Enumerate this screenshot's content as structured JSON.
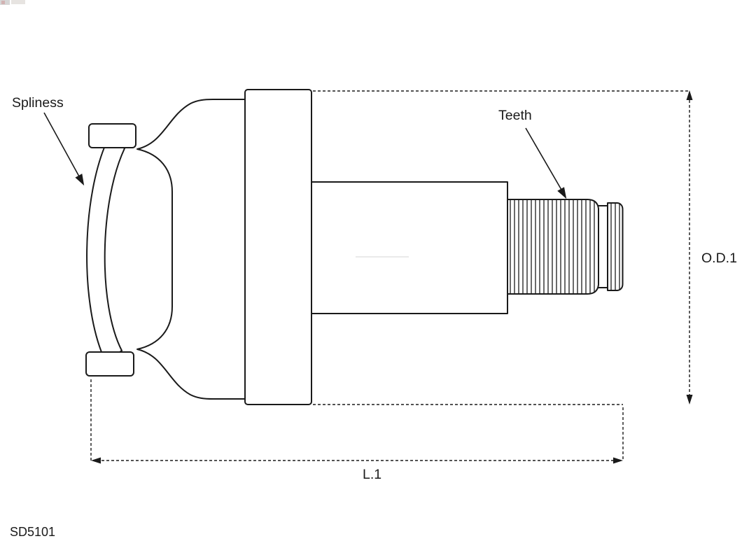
{
  "diagram": {
    "part_number": "SD5101",
    "labels": {
      "spliness": "Spliness",
      "teeth": "Teeth",
      "outer_diameter": "O.D.1",
      "length": "L.1"
    },
    "colors": {
      "line": "#1a1a1a",
      "part_number_red": "#cc0000",
      "background": "#ffffff"
    }
  }
}
